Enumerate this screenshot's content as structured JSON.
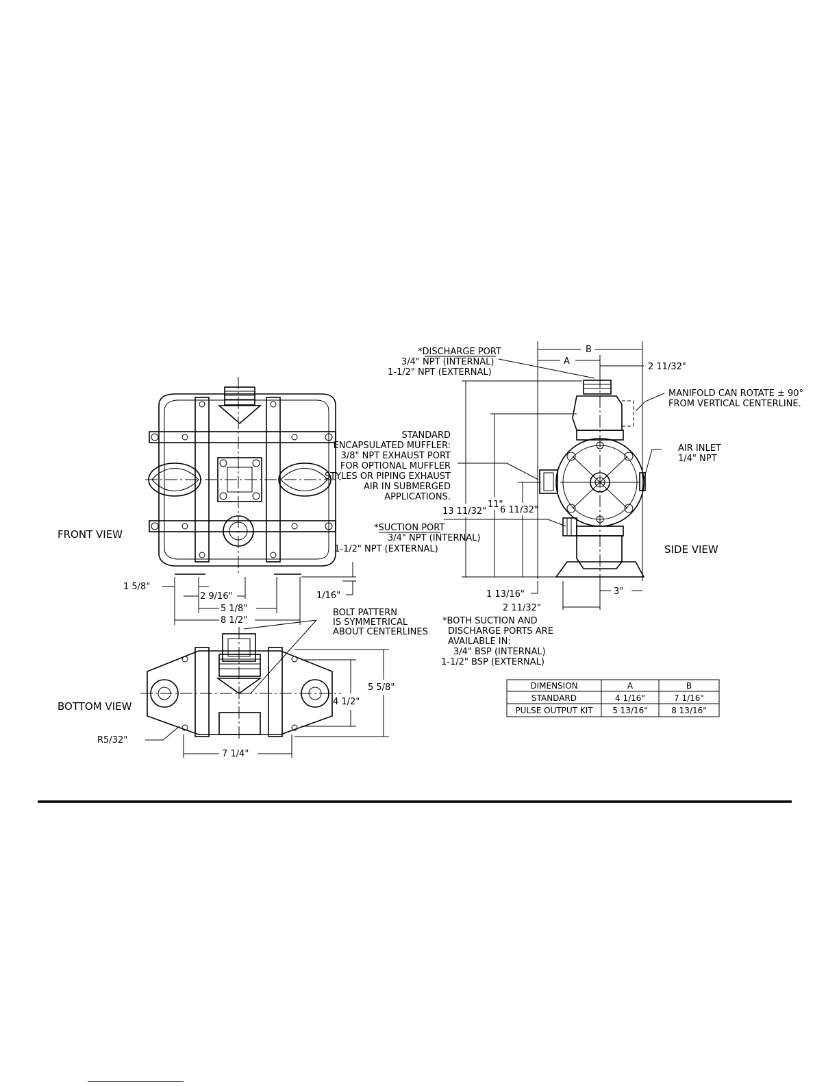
{
  "views": {
    "front": "FRONT VIEW",
    "bottom": "BOTTOM VIEW",
    "side": "SIDE VIEW"
  },
  "front_dims": {
    "d1": "1 5/8\"",
    "d2": "2 9/16\"",
    "d3": "5 1/8\"",
    "d4": "8 1/2\"",
    "d5": "1/16\""
  },
  "bottom_dims": {
    "d1": "7 1/4\"",
    "d2": "4 1/2\"",
    "d3": "5 5/8\"",
    "radius": "R5/32\""
  },
  "bolt_note": [
    "BOLT PATTERN",
    "IS SYMMETRICAL",
    "ABOUT CENTERLINES"
  ],
  "side_dims": {
    "b": "B",
    "a": "A",
    "d_top": "2 11/32\"",
    "h_total": "13 11/32\"",
    "h_11": "11\"",
    "h_6": "6 11/32\"",
    "w_113": "1 13/16\"",
    "w_211": "2 11/32\"",
    "w_3": "3\""
  },
  "discharge": {
    "title": "*DISCHARGE PORT",
    "line1": "3/4\" NPT (INTERNAL)",
    "line2": "1-1/2\" NPT (EXTERNAL)"
  },
  "suction": {
    "title": "*SUCTION PORT",
    "line1": "3/4\" NPT (INTERNAL)",
    "line2": "1-1/2\" NPT (EXTERNAL)"
  },
  "muffler_note": [
    "STANDARD",
    "ENCAPSULATED MUFFLER:",
    "3/8\" NPT EXHAUST PORT",
    "FOR OPTIONAL MUFFLER",
    "STYLES OR PIPING EXHAUST",
    "AIR IN SUBMERGED",
    "APPLICATIONS."
  ],
  "manifold_note": [
    "MANIFOLD CAN ROTATE ± 90°",
    "FROM VERTICAL CENTERLINE."
  ],
  "air_inlet": [
    "AIR INLET",
    "1/4\" NPT"
  ],
  "bsp_note": [
    "*BOTH SUCTION AND",
    "DISCHARGE PORTS ARE",
    "AVAILABLE IN:",
    "3/4\" BSP (INTERNAL)",
    "1-1/2\" BSP (EXTERNAL)"
  ],
  "dim_table": {
    "headers": [
      "DIMENSION",
      "A",
      "B"
    ],
    "rows": [
      [
        "STANDARD",
        "4 1/16\"",
        "7 1/16\""
      ],
      [
        "PULSE OUTPUT KIT",
        "5 13/16\"",
        "8 13/16\""
      ]
    ]
  }
}
